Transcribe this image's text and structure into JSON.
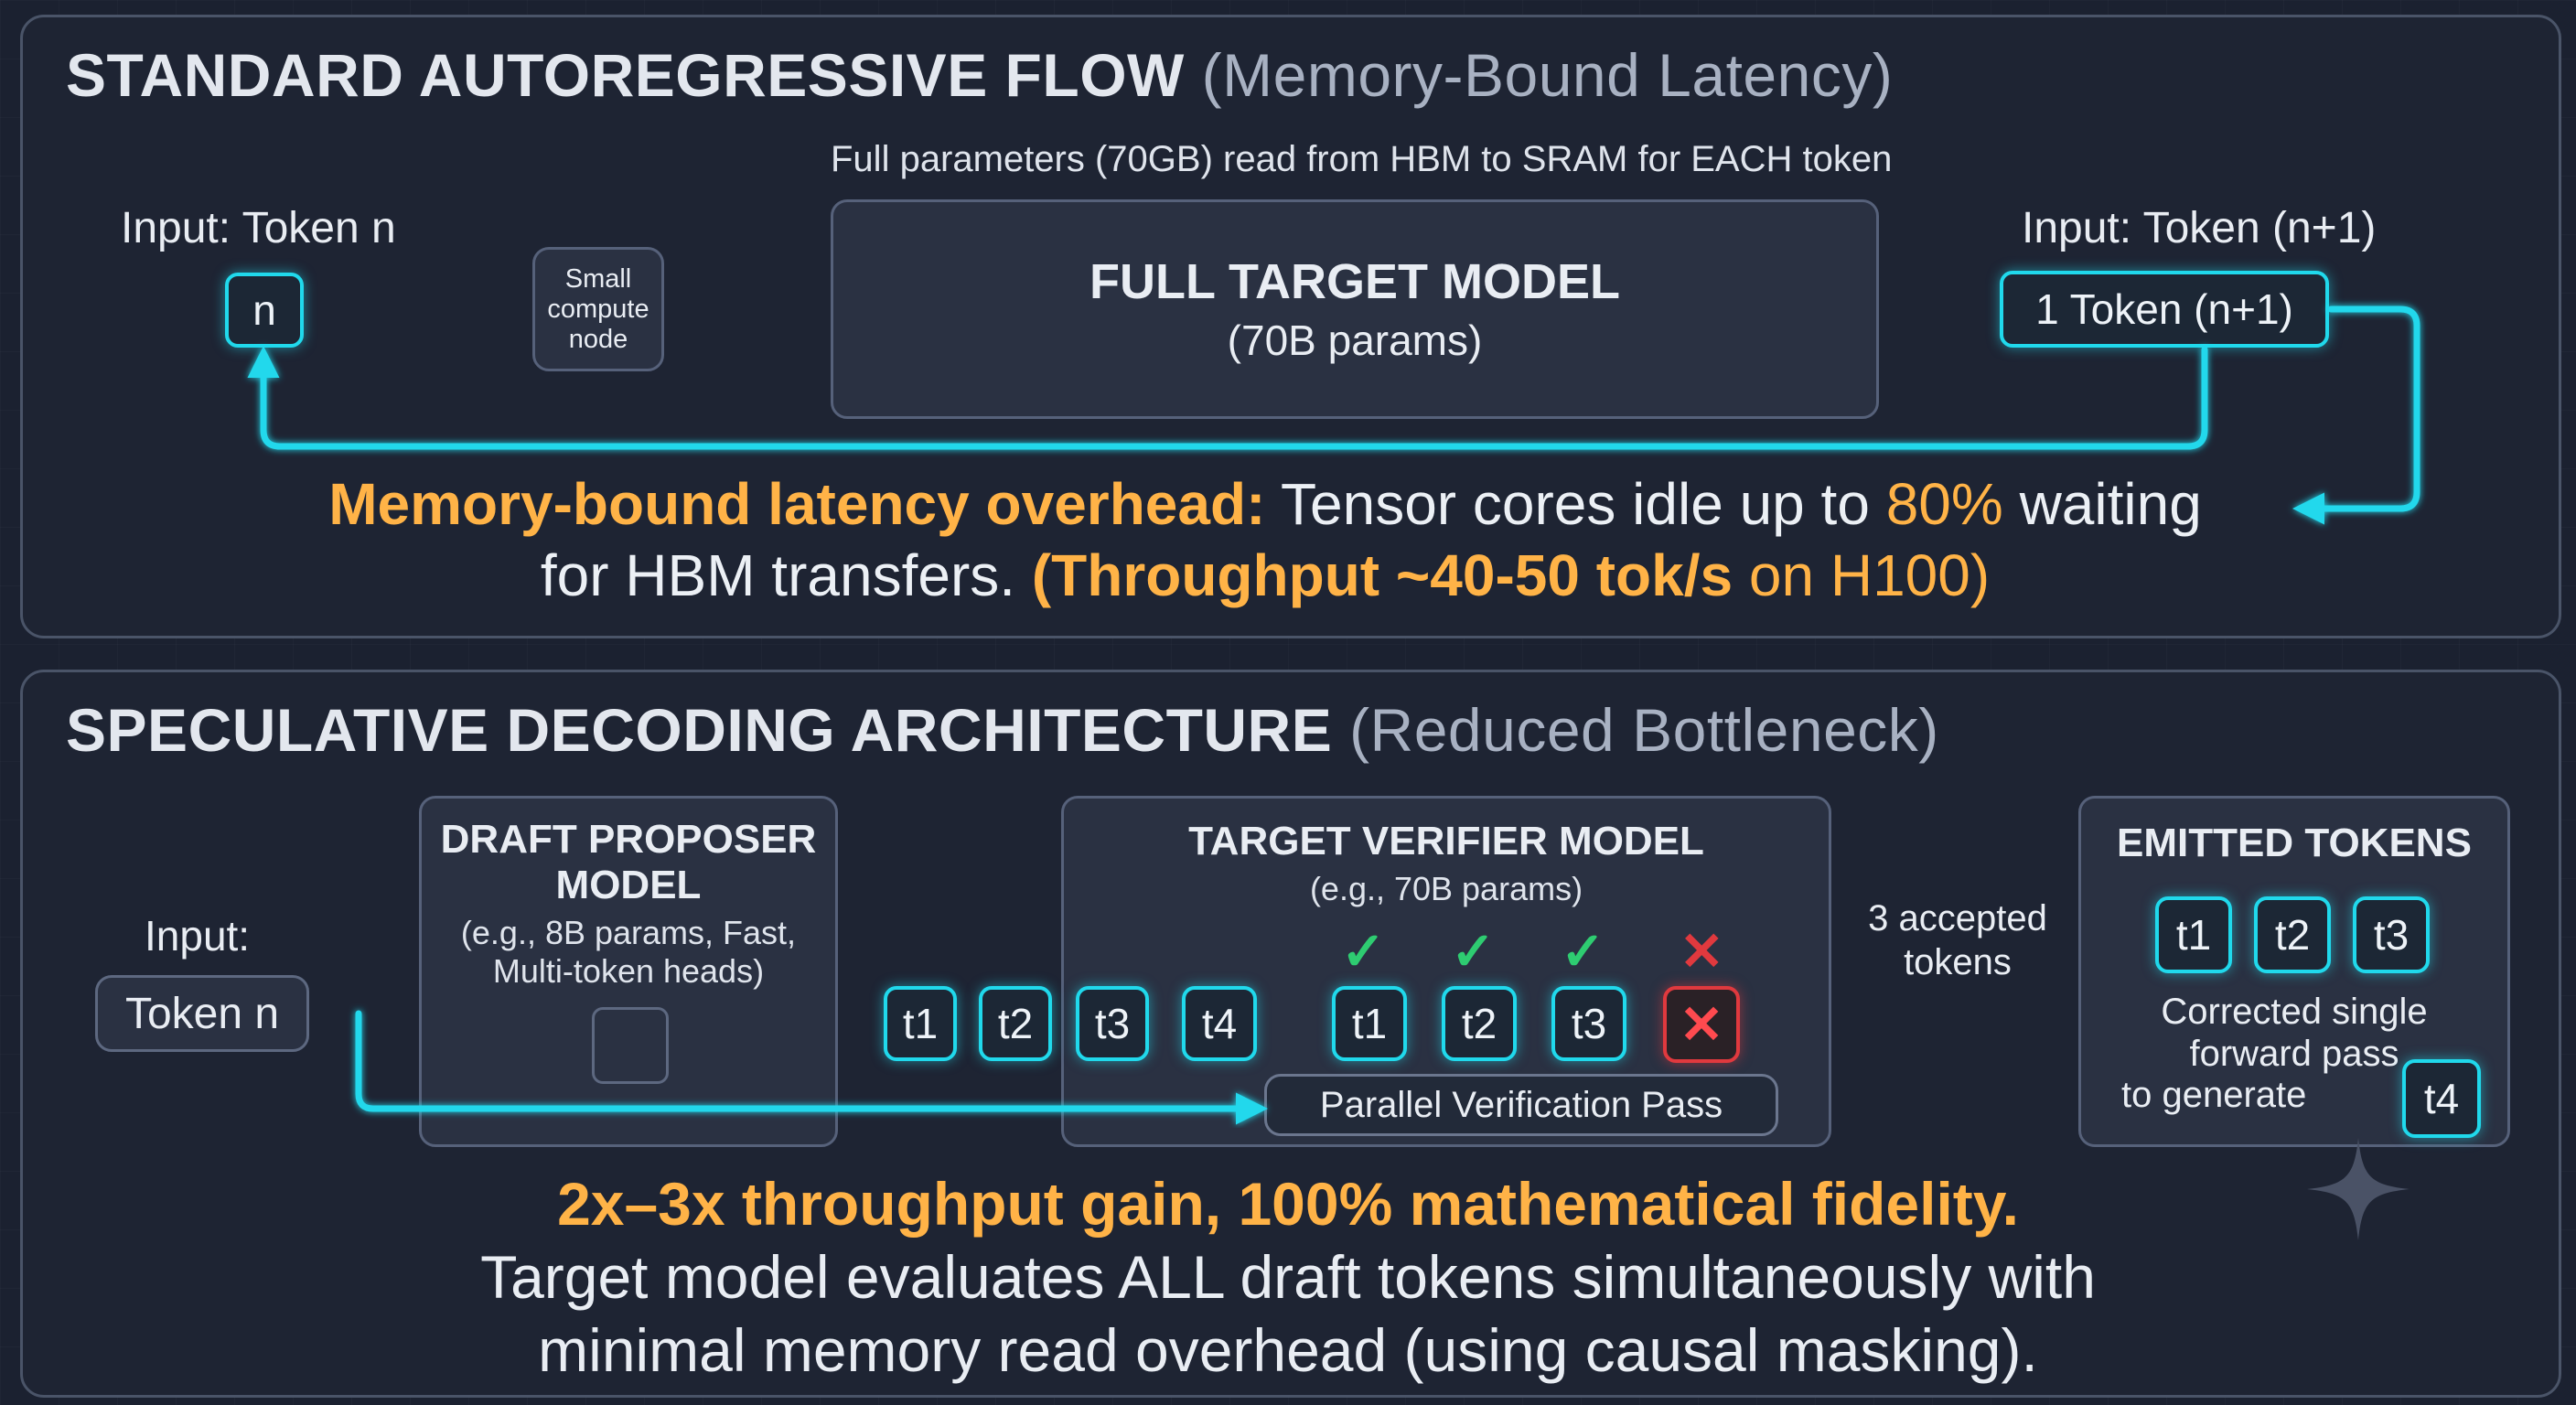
{
  "top": {
    "title": "STANDARD AUTOREGRESSIVE FLOW",
    "title_sub": "(Memory-Bound Latency)",
    "input_label": "Input: Token n",
    "input_token": "n",
    "compute_node": "Small compute node",
    "param_note": "Full parameters (70GB) read from HBM to SRAM for EACH token",
    "model_title": "FULL TARGET MODEL",
    "model_sub": "(70B params)",
    "output_label": "Input: Token (n+1)",
    "output_token": "1 Token (n+1)",
    "note_line1_hl": "Memory-bound latency overhead:",
    "note_line1_a": " Tensor cores idle up to ",
    "note_line1_pct": "80%",
    "note_line1_b": " waiting",
    "note_line2_a": "for HBM transfers. ",
    "note_line2_hl": "(Throughput ~40-50 tok/s",
    "note_line2_b": " on H100)"
  },
  "bottom": {
    "title": "SPECULATIVE DECODING ARCHITECTURE",
    "title_sub": "(Reduced Bottleneck)",
    "input_label": "Input:",
    "input_token": "Token n",
    "draft_title": "DRAFT PROPOSER MODEL",
    "draft_sub": "(e.g., 8B params, Fast, Multi-token heads)",
    "draft_tokens": [
      "t1",
      "t2",
      "t3",
      "t4"
    ],
    "verifier_title": "TARGET VERIFIER MODEL",
    "verifier_sub": "(e.g., 70B params)",
    "verified_tokens": [
      "t1",
      "t2",
      "t3"
    ],
    "rejected_mark": "✕",
    "accept_mark": "✓",
    "parallel_pass": "Parallel Verification Pass",
    "accepted_label": "3 accepted tokens",
    "emitted_title": "EMITTED TOKENS",
    "emitted_tokens": [
      "t1",
      "t2",
      "t3"
    ],
    "corrected_line1": "Corrected single",
    "corrected_line2": "forward pass",
    "corrected_line3": "to generate",
    "corrected_token": "t4",
    "gain": "2x–3x throughput gain, 100% mathematical fidelity.",
    "desc_line1": "Target model evaluates ALL draft tokens simultaneously with",
    "desc_line2": "minimal memory read overhead (using causal masking)."
  },
  "colors": {
    "accent": "#22d8ec",
    "highlight": "#ffb347",
    "accept": "#2ecc71",
    "reject": "#e0393e"
  },
  "icons": {
    "sparkle": "four-point-star-icon"
  }
}
